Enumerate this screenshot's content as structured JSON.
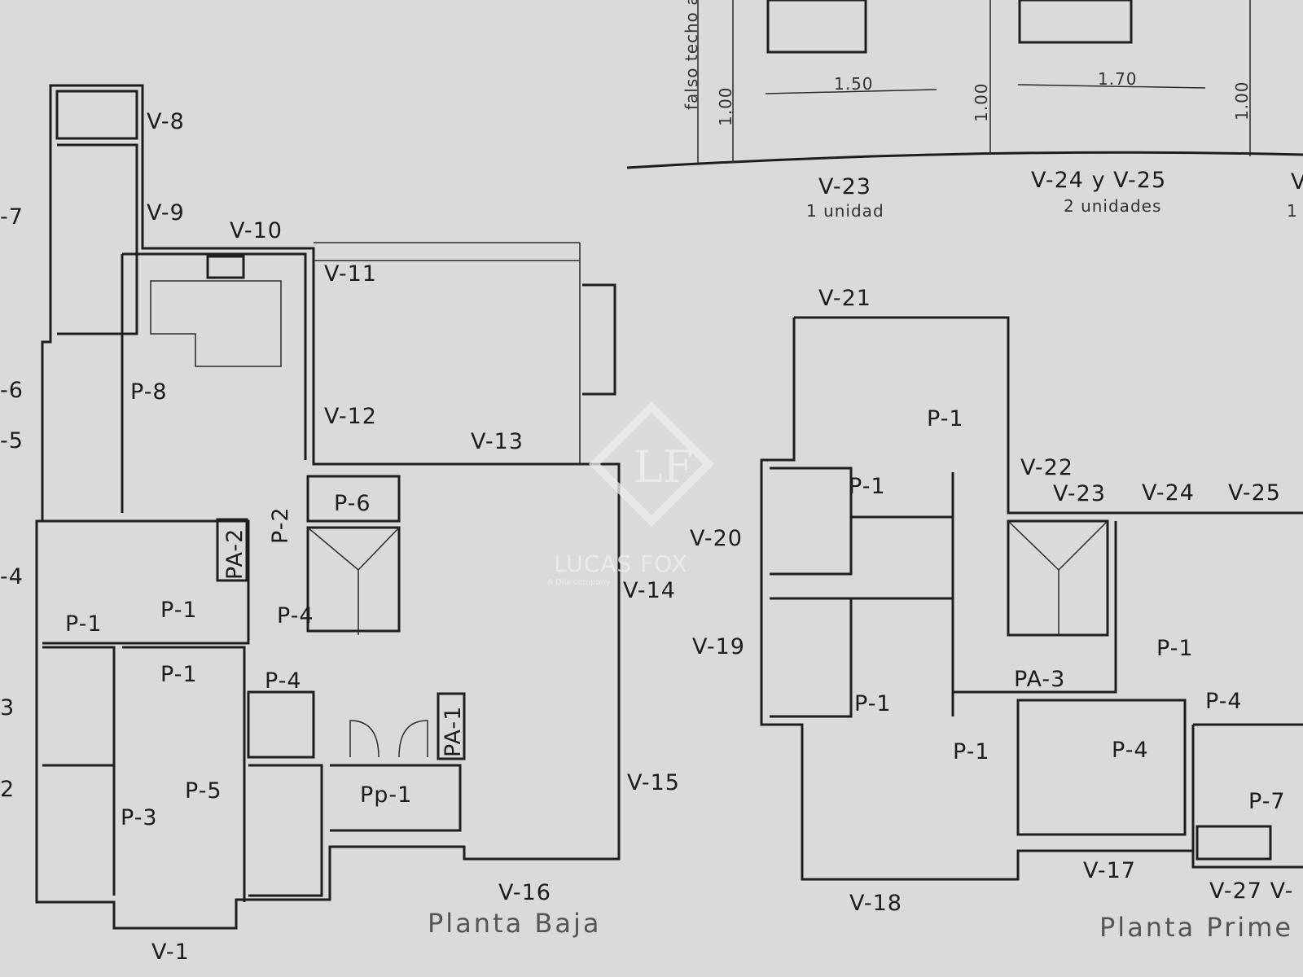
{
  "drawing": {
    "ground_floor_title": "Planta Baja",
    "first_floor_title": "Planta Prime",
    "ground_floor_labels": [
      "V-8",
      "-7",
      "V-9",
      "V-10",
      "V-11",
      "-6",
      "P-8",
      "-5",
      "V-12",
      "V-13",
      "P-2",
      "P-6",
      "PA-2",
      "-4",
      "P-1",
      "P-1",
      "P-4",
      "V-14",
      "P-1",
      "P-4",
      "3",
      "PA-1",
      "P-5",
      "V-15",
      "Pp-1",
      "2",
      "P-3",
      "V-16",
      "V-1"
    ],
    "first_floor_labels": [
      "V-21",
      "P-1",
      "V-22",
      "P-1",
      "V-23",
      "V-24",
      "V-25",
      "V-20",
      "V-19",
      "P-1",
      "PA-3",
      "P-1",
      "P-4",
      "P-1",
      "P-4",
      "P-7",
      "V-17",
      "V-27 V-",
      "V-18"
    ],
    "window_schedule": {
      "side_note": "falso techo a",
      "dimensions": [
        "1.00",
        "1.50",
        "1.00",
        "1.70",
        "1.00"
      ],
      "items": [
        {
          "name": "V-23",
          "qty": "1 unidad"
        },
        {
          "name": "V-24 y V-25",
          "qty": "2 unidades"
        },
        {
          "name": "V",
          "qty": "1"
        }
      ]
    }
  },
  "watermark": {
    "brand": "LUCAS FOX",
    "monogram": "LF",
    "tagline": "A Dils company"
  },
  "colors": {
    "paper": "#d9dadc",
    "ink": "#1e1e1e",
    "watermark": "#eeeeee"
  }
}
